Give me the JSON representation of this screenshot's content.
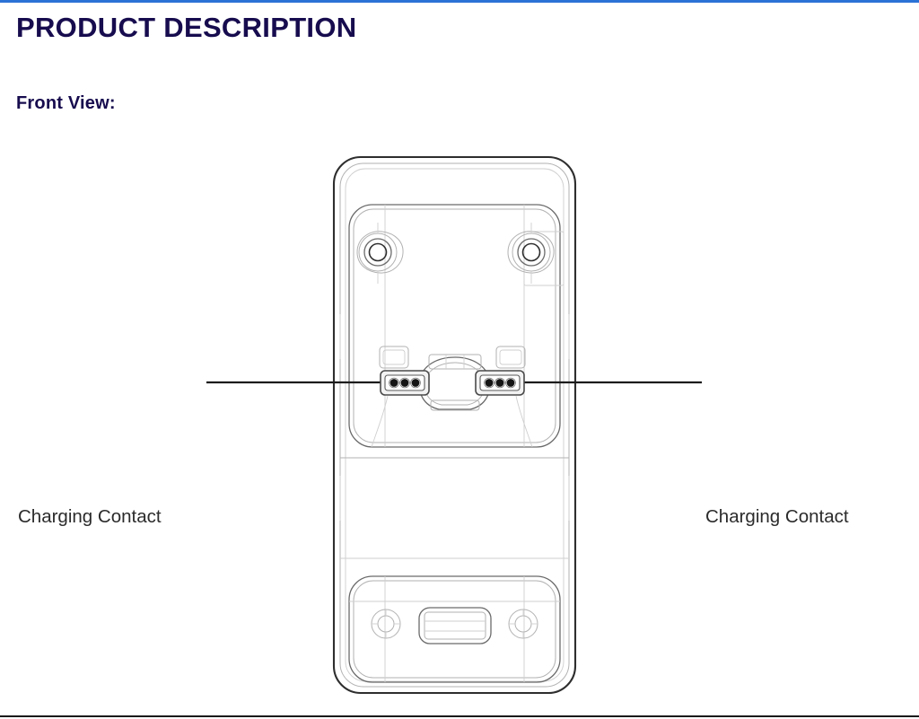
{
  "document": {
    "page_title": "PRODUCT DESCRIPTION",
    "section_title": "Front View:"
  },
  "figure": {
    "name": "charging-cradle-front-view",
    "callouts": [
      {
        "id": "charging-contact-left",
        "label": "Charging Contact",
        "side": "left"
      },
      {
        "id": "charging-contact-right",
        "label": "Charging Contact",
        "side": "right"
      }
    ],
    "components": [
      "outer-shell",
      "upper-recess-panel",
      "mounting-hole-left",
      "mounting-hole-right",
      "charging-contact-block-left",
      "charging-contact-block-right",
      "center-cradle-ring",
      "retention-tab-left",
      "retention-tab-right",
      "lower-recess-panel",
      "lower-hole-left",
      "lower-hole-right",
      "lower-center-slot"
    ]
  },
  "colors": {
    "top_rule": "#2b72d6",
    "bottom_rule": "#1a1a1a",
    "heading": "#170c4e",
    "label_text": "#2b2b2b",
    "drawing_stroke": "#333333",
    "drawing_light_stroke": "#aaaaaa",
    "contact_pin": "#111111",
    "page_background": "#ffffff"
  }
}
